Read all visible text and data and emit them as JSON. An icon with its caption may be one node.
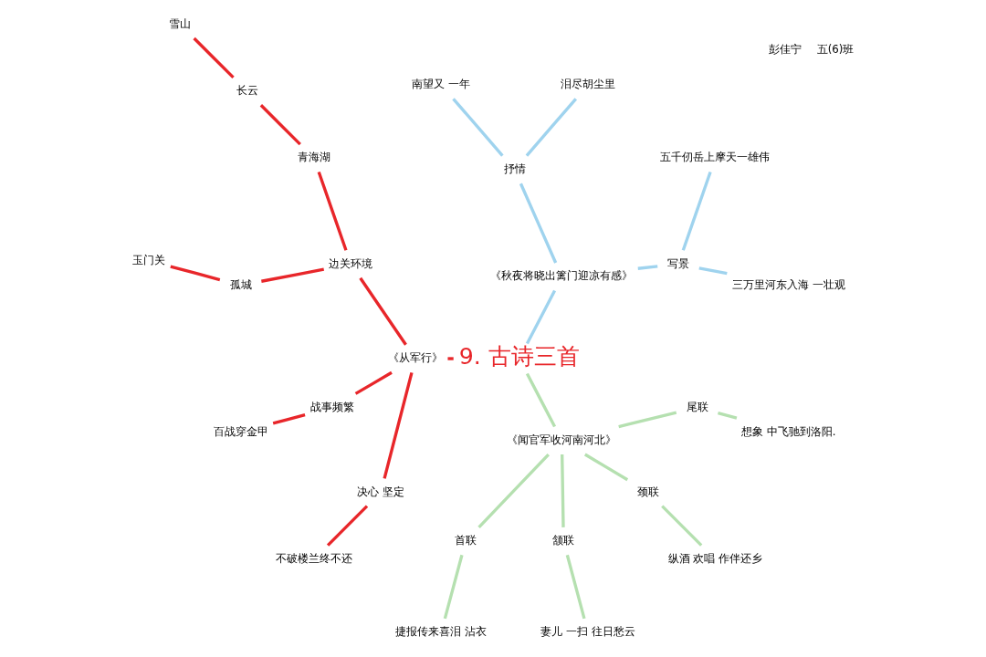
{
  "diagram": {
    "nodes": [
      {
        "text": [
          "9. 古诗三首"
        ]
      },
      {
        "text": [
          "《秋夜将晓出篱门迎凉有感》"
        ]
      },
      {
        "text": [
          "写景"
        ]
      },
      {
        "text": [
          "三万里河东入海 一壮观"
        ]
      },
      {
        "text": [
          "五千仞岳上摩天一雄伟"
        ]
      },
      {
        "text": [
          "抒情"
        ]
      },
      {
        "text": [
          "泪尽胡尘里"
        ]
      },
      {
        "text": [
          "南望又 一年"
        ]
      },
      {
        "text": [
          "《从军行》"
        ]
      },
      {
        "text": [
          "边关环境"
        ]
      },
      {
        "text": [
          "青海湖"
        ]
      },
      {
        "text": [
          "长云"
        ]
      },
      {
        "text": [
          "雪山"
        ]
      },
      {
        "text": [
          "孤城"
        ]
      },
      {
        "text": [
          "玉门关"
        ]
      },
      {
        "text": [
          "战事频繁"
        ]
      },
      {
        "text": [
          "百战穿金甲"
        ]
      },
      {
        "text": [
          "决心 坚定"
        ]
      },
      {
        "text": [
          "不破楼兰终不还"
        ]
      },
      {
        "text": [
          "《闻官军收河南河北》"
        ]
      },
      {
        "text": [
          "首联"
        ]
      },
      {
        "text": [
          "捷报传来喜泪 沾衣"
        ]
      },
      {
        "text": [
          "颔联"
        ]
      },
      {
        "text": [
          "妻儿 一扫 往日愁云"
        ]
      },
      {
        "text": [
          "颈联"
        ]
      },
      {
        "text": [
          "纵酒 欢唱 作伴还乡"
        ]
      },
      {
        "text": [
          "尾联"
        ]
      },
      {
        "text": [
          "想象 中飞驰到洛阳."
        ]
      }
    ],
    "edges": [
      {
        "from": 0,
        "to": 1,
        "arrow": "none",
        "color": "#9fd3ee"
      },
      {
        "from": 1,
        "to": 2,
        "arrow": "none",
        "color": "#9fd3ee"
      },
      {
        "from": 2,
        "to": 3,
        "arrow": "none",
        "color": "#9fd3ee"
      },
      {
        "from": 2,
        "to": 4,
        "arrow": "none",
        "color": "#9fd3ee"
      },
      {
        "from": 1,
        "to": 5,
        "arrow": "none",
        "color": "#9fd3ee"
      },
      {
        "from": 5,
        "to": 6,
        "arrow": "none",
        "color": "#9fd3ee"
      },
      {
        "from": 5,
        "to": 7,
        "arrow": "none",
        "color": "#9fd3ee"
      },
      {
        "from": 0,
        "to": 8,
        "arrow": "none"
      },
      {
        "from": 8,
        "to": 9,
        "arrow": "none"
      },
      {
        "from": 9,
        "to": 10,
        "arrow": "none"
      },
      {
        "from": 10,
        "to": 11,
        "arrow": "none"
      },
      {
        "from": 11,
        "to": 12,
        "arrow": "none"
      },
      {
        "from": 9,
        "to": 13,
        "arrow": "none"
      },
      {
        "from": 13,
        "to": 14,
        "arrow": "none"
      },
      {
        "from": 8,
        "to": 15,
        "arrow": "none"
      },
      {
        "from": 15,
        "to": 16,
        "arrow": "none"
      },
      {
        "from": 8,
        "to": 17,
        "arrow": "none"
      },
      {
        "from": 17,
        "to": 18,
        "arrow": "none"
      },
      {
        "from": 0,
        "to": 19,
        "arrow": "none",
        "color": "#b5e0b0"
      },
      {
        "from": 19,
        "to": 20,
        "arrow": "none",
        "color": "#b5e0b0"
      },
      {
        "from": 20,
        "to": 21,
        "arrow": "none",
        "color": "#b5e0b0"
      },
      {
        "from": 19,
        "to": 22,
        "arrow": "none",
        "color": "#b5e0b0"
      },
      {
        "from": 22,
        "to": 23,
        "arrow": "none",
        "color": "#b5e0b0"
      },
      {
        "from": 19,
        "to": 24,
        "arrow": "none",
        "color": "#b5e0b0"
      },
      {
        "from": 24,
        "to": 25,
        "arrow": "none",
        "color": "#b5e0b0"
      },
      {
        "from": 19,
        "to": 26,
        "arrow": "none",
        "color": "#b5e0b0"
      },
      {
        "from": 26,
        "to": 27,
        "arrow": "none",
        "color": "#b5e0b0"
      }
    ],
    "labels": [
      "五(6)班",
      "彭佳宁"
    ]
  }
}
